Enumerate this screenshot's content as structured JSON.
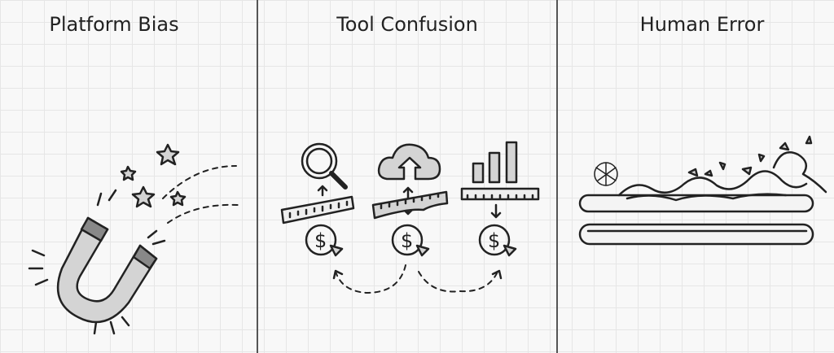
{
  "panels": [
    {
      "title": "Platform Bias",
      "icon": "magnet-icon"
    },
    {
      "title": "Tool Confusion",
      "icons": [
        "magnifier-icon",
        "cloud-upload-icon",
        "bar-chart-icon",
        "ruler-icon",
        "dollar-coin-icon"
      ]
    },
    {
      "title": "Human Error",
      "icon": "broken-pipe-icon"
    }
  ],
  "symbols": {
    "dollar": "$"
  }
}
